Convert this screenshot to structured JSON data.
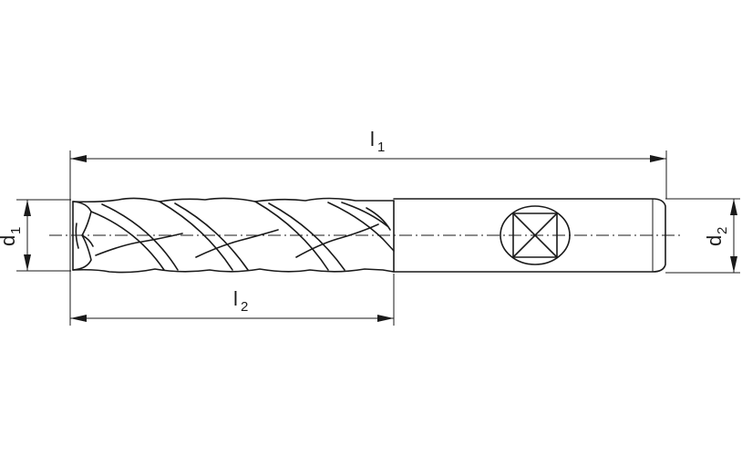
{
  "dimensions": {
    "l1": {
      "symbol": "l",
      "subscript": "1"
    },
    "l2": {
      "symbol": "l",
      "subscript": "2"
    },
    "d1": {
      "symbol": "d",
      "subscript": "1"
    },
    "d2": {
      "symbol": "d",
      "subscript": "2"
    }
  }
}
